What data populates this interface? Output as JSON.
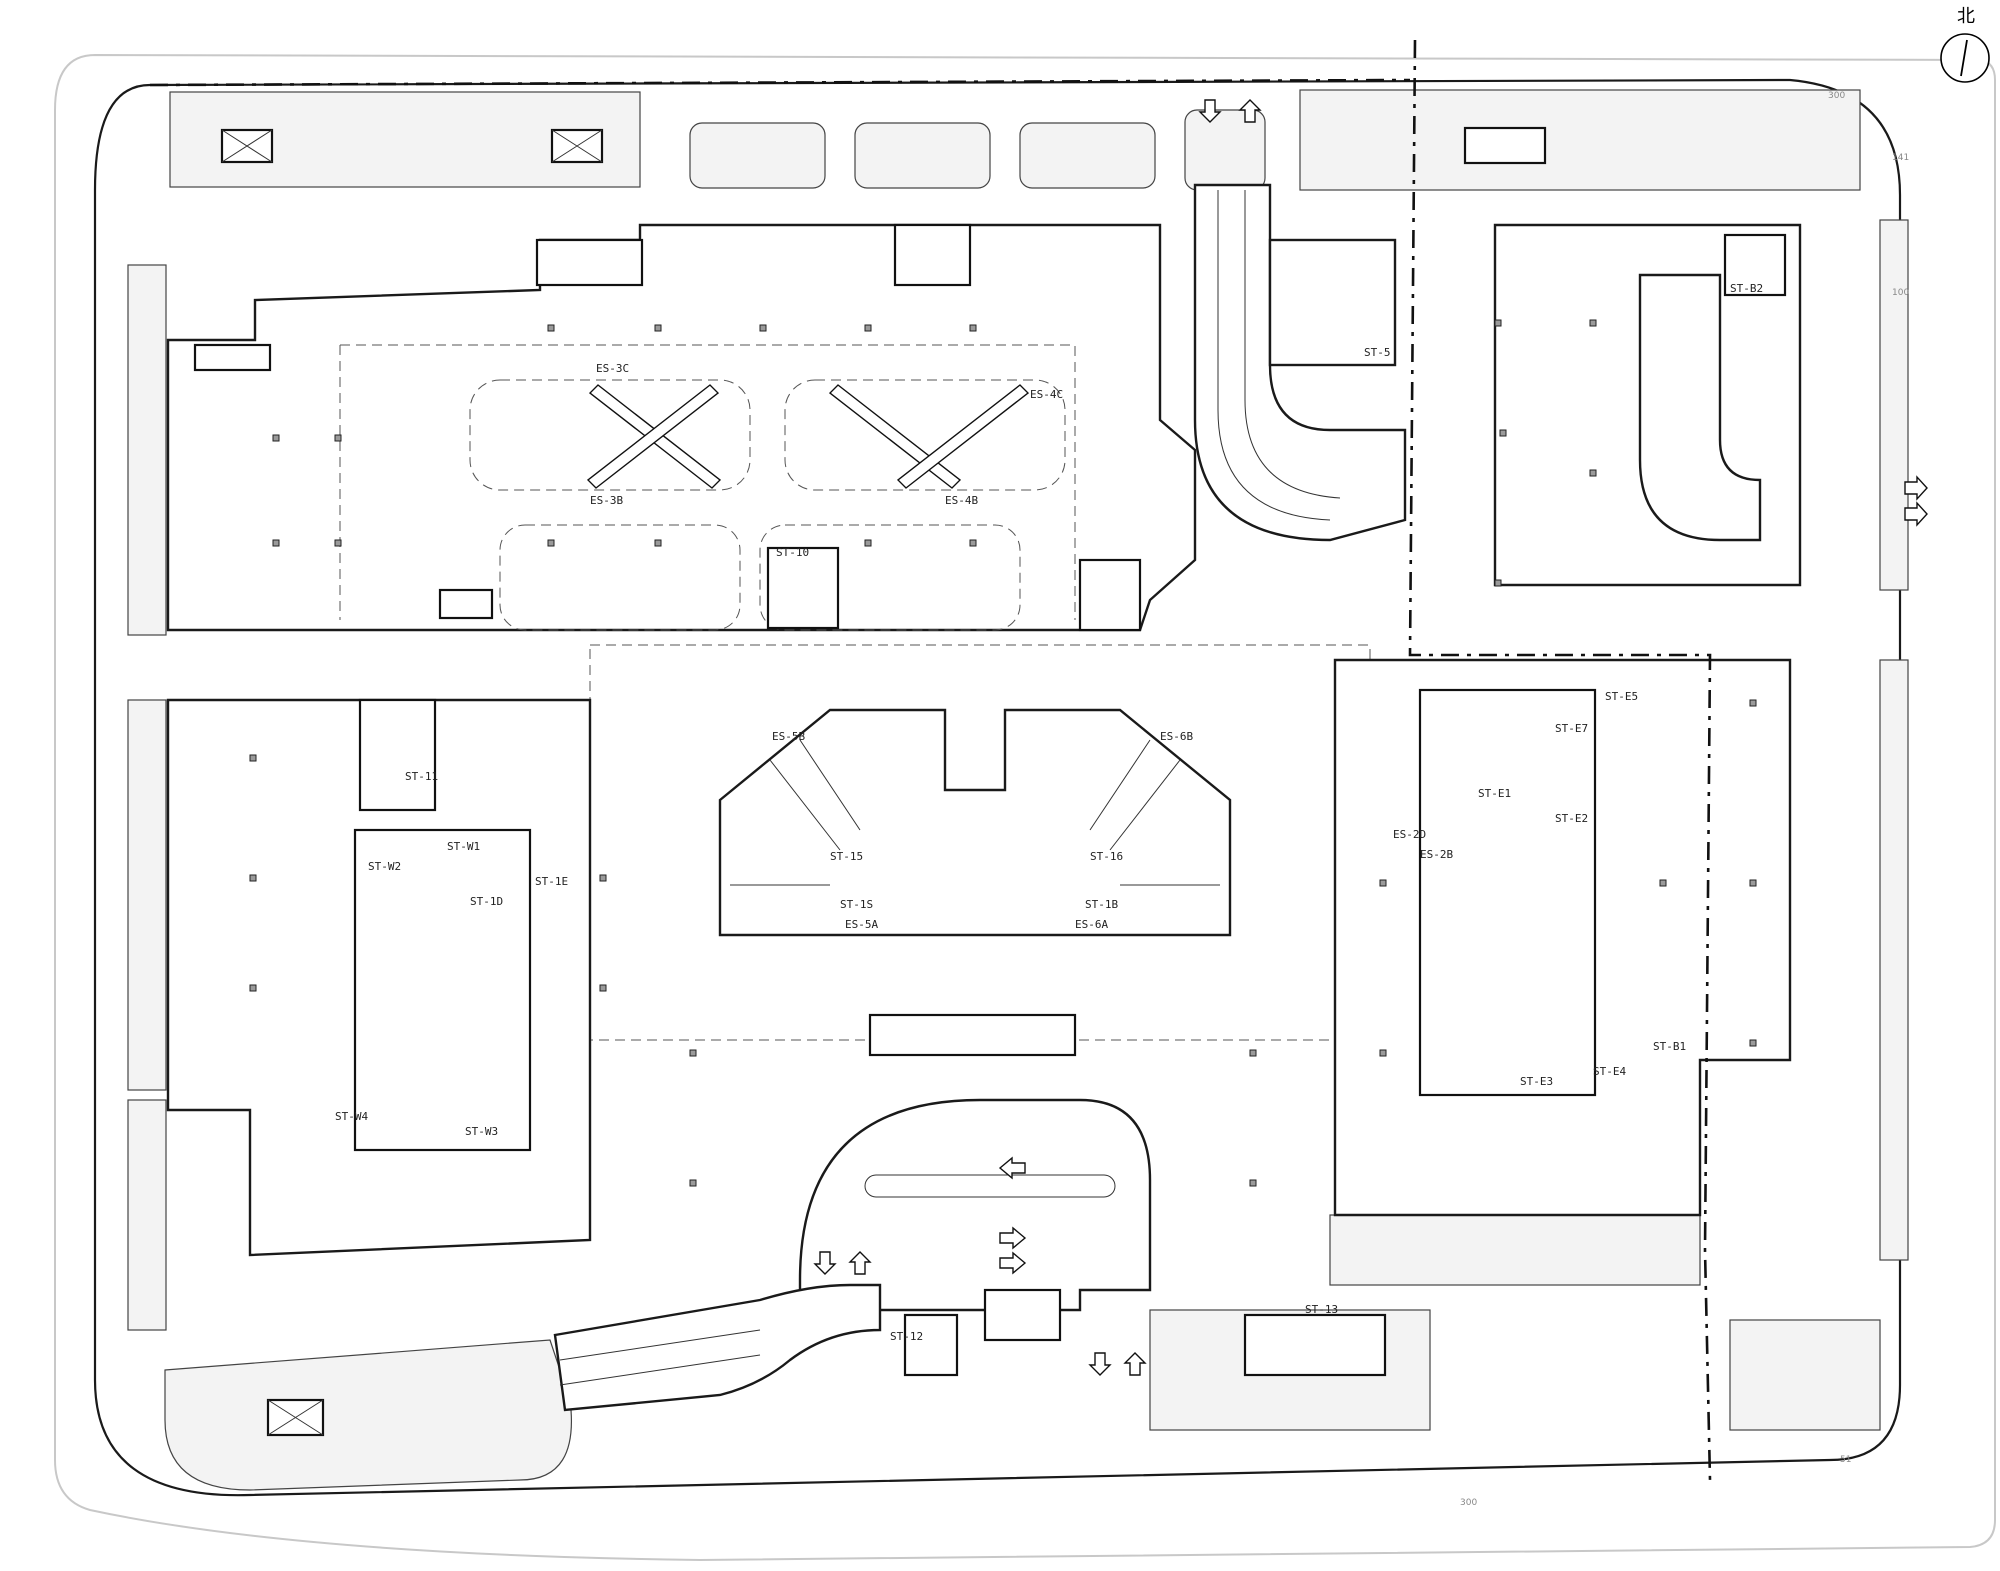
{
  "north_label": "北",
  "dims": {
    "d1": "300",
    "d2": "141",
    "d3": "100",
    "d4": "300",
    "d5": "51"
  },
  "labels": {
    "es_3c": "ES-3C",
    "es_3b": "ES-3B",
    "es_4c": "ES-4C",
    "es_4b": "ES-4B",
    "st_10": "ST-10",
    "st_5": "ST-5",
    "st_11": "ST-11",
    "st_w1": "ST-W1",
    "st_w2": "ST-W2",
    "st_1d": "ST-1D",
    "st_1e": "ST-1E",
    "st_w3": "ST-W3",
    "st_w4": "ST-W4",
    "es_5b": "ES-5B",
    "es_6b": "ES-6B",
    "st_15": "ST-15",
    "st_16": "ST-16",
    "st_1s": "ST-1S",
    "st_1b": "ST-1B",
    "es_5a": "ES-5A",
    "es_6a": "ES-6A",
    "es_2d": "ES-2D",
    "es_2b": "ES-2B",
    "st_e1": "ST-E1",
    "st_e2": "ST-E2",
    "st_e3": "ST-E3",
    "st_e4": "ST-E4",
    "st_b1": "ST-B1",
    "st_e7": "ST-E7",
    "st_e5": "ST-E5",
    "st_13": "ST-13",
    "st_12": "ST-12",
    "st_b2": "ST-B2"
  }
}
